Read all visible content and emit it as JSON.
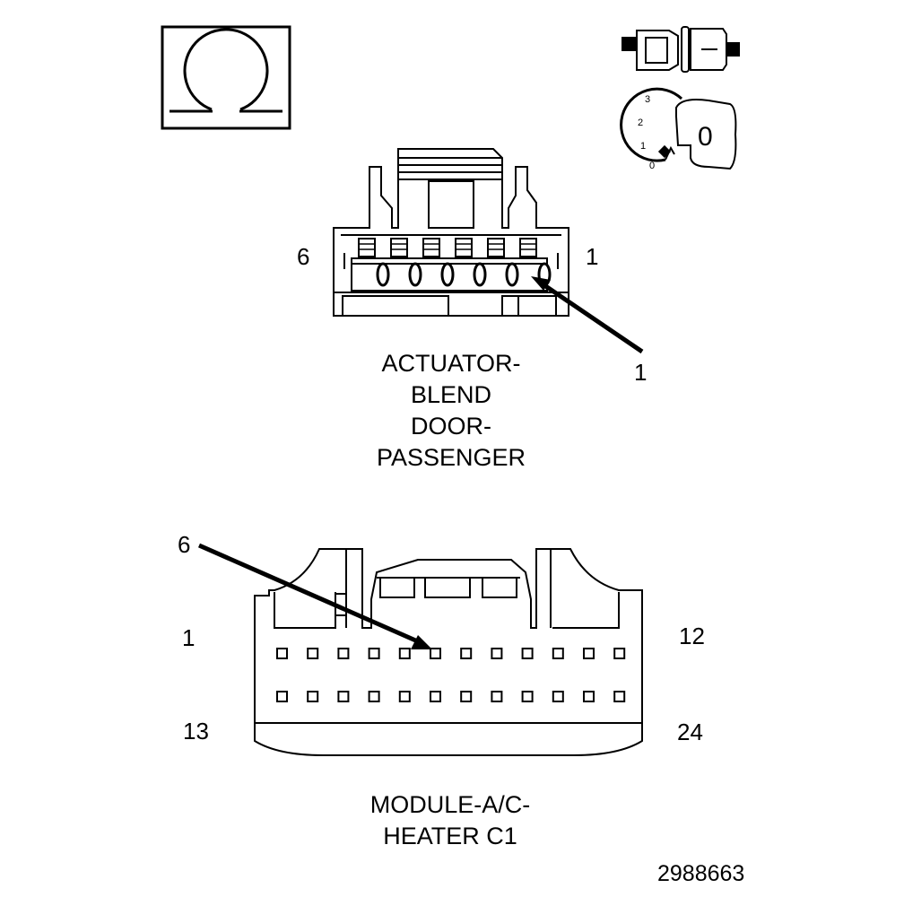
{
  "ohm_symbol": "Ω",
  "key_switch": {
    "positions": [
      "3",
      "2",
      "1",
      "0"
    ],
    "key_label": "0"
  },
  "actuator_connector": {
    "pin_left": "6",
    "pin_right": "1",
    "callout": "1",
    "name_lines": [
      "ACTUATOR-",
      "BLEND",
      "DOOR-",
      "PASSENGER"
    ]
  },
  "module_connector": {
    "callout": "6",
    "pin_top_left": "1",
    "pin_top_right": "12",
    "pin_bottom_left": "13",
    "pin_bottom_right": "24",
    "name_lines": [
      "MODULE-A/C-",
      "HEATER C1"
    ]
  },
  "figure_id": "2988663"
}
